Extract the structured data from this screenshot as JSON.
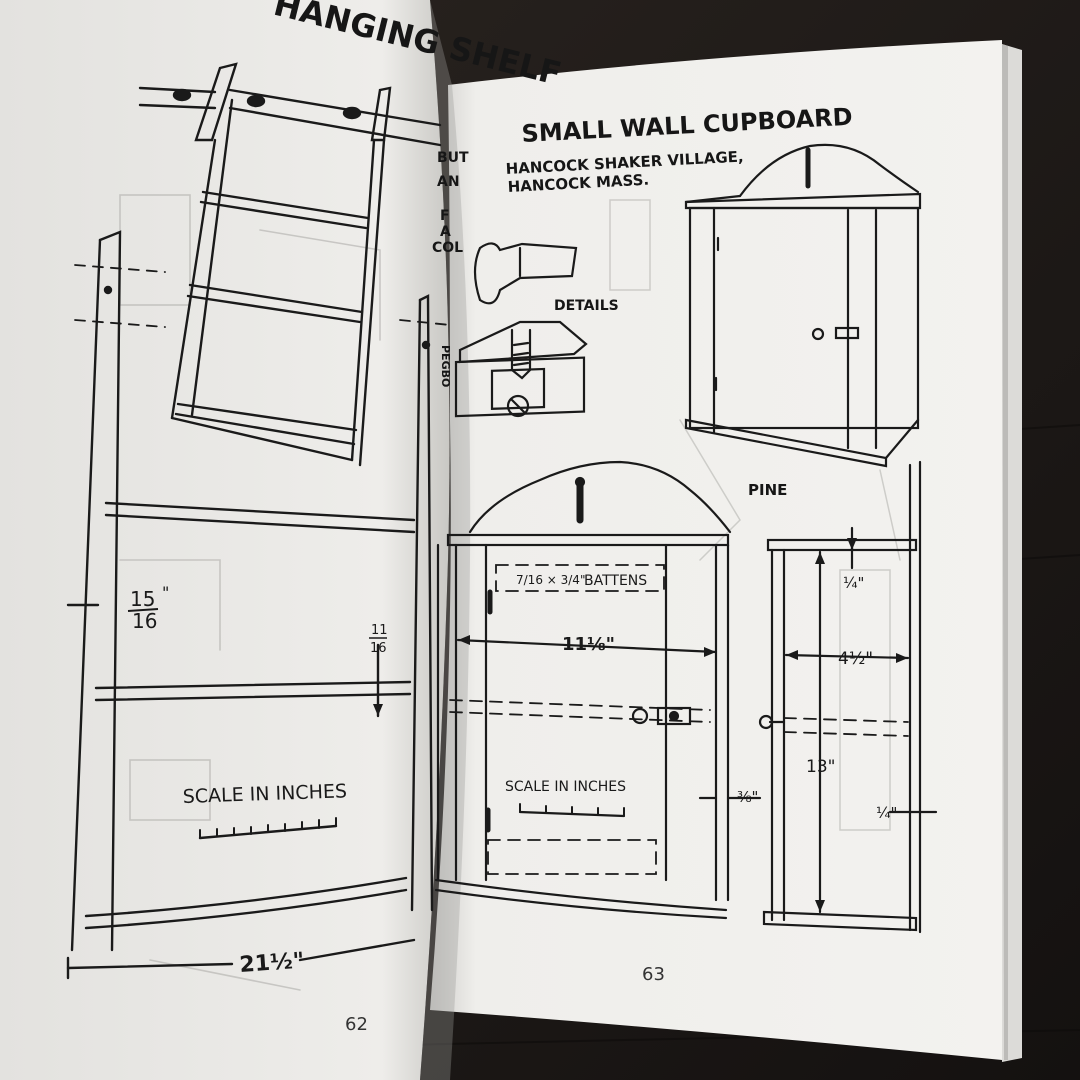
{
  "left_page": {
    "title_fragment": "HANGING SHELF",
    "dim_height": "15 16",
    "dim_height_num": "15",
    "dim_height_den": "16",
    "dim_shelf_num": "11",
    "dim_shelf_den": "16",
    "dim_width": "21½\"",
    "scale_label": "SCALE IN INCHES",
    "page_number": "62",
    "margin_fragments": [
      "BUT",
      "AN",
      "F",
      "A",
      "COL",
      "PEGBO"
    ]
  },
  "right_page": {
    "title": "SMALL WALL CUPBOARD",
    "subtitle_line1": "HANCOCK SHAKER VILLAGE,",
    "subtitle_line2": "HANCOCK MASS.",
    "details_label": "DETAILS",
    "wood_label": "PINE",
    "battens_label": "BATTENS",
    "battens_dim": "7/16 × 3/4\"",
    "dim_width": "11⅛\"",
    "dim_depth": "4½\"",
    "dim_height": "13\"",
    "dim_top": "¼\"",
    "dim_side": "⅜\"",
    "dim_back": "¼\"",
    "scale_label": "SCALE IN INCHES",
    "page_number": "63"
  }
}
